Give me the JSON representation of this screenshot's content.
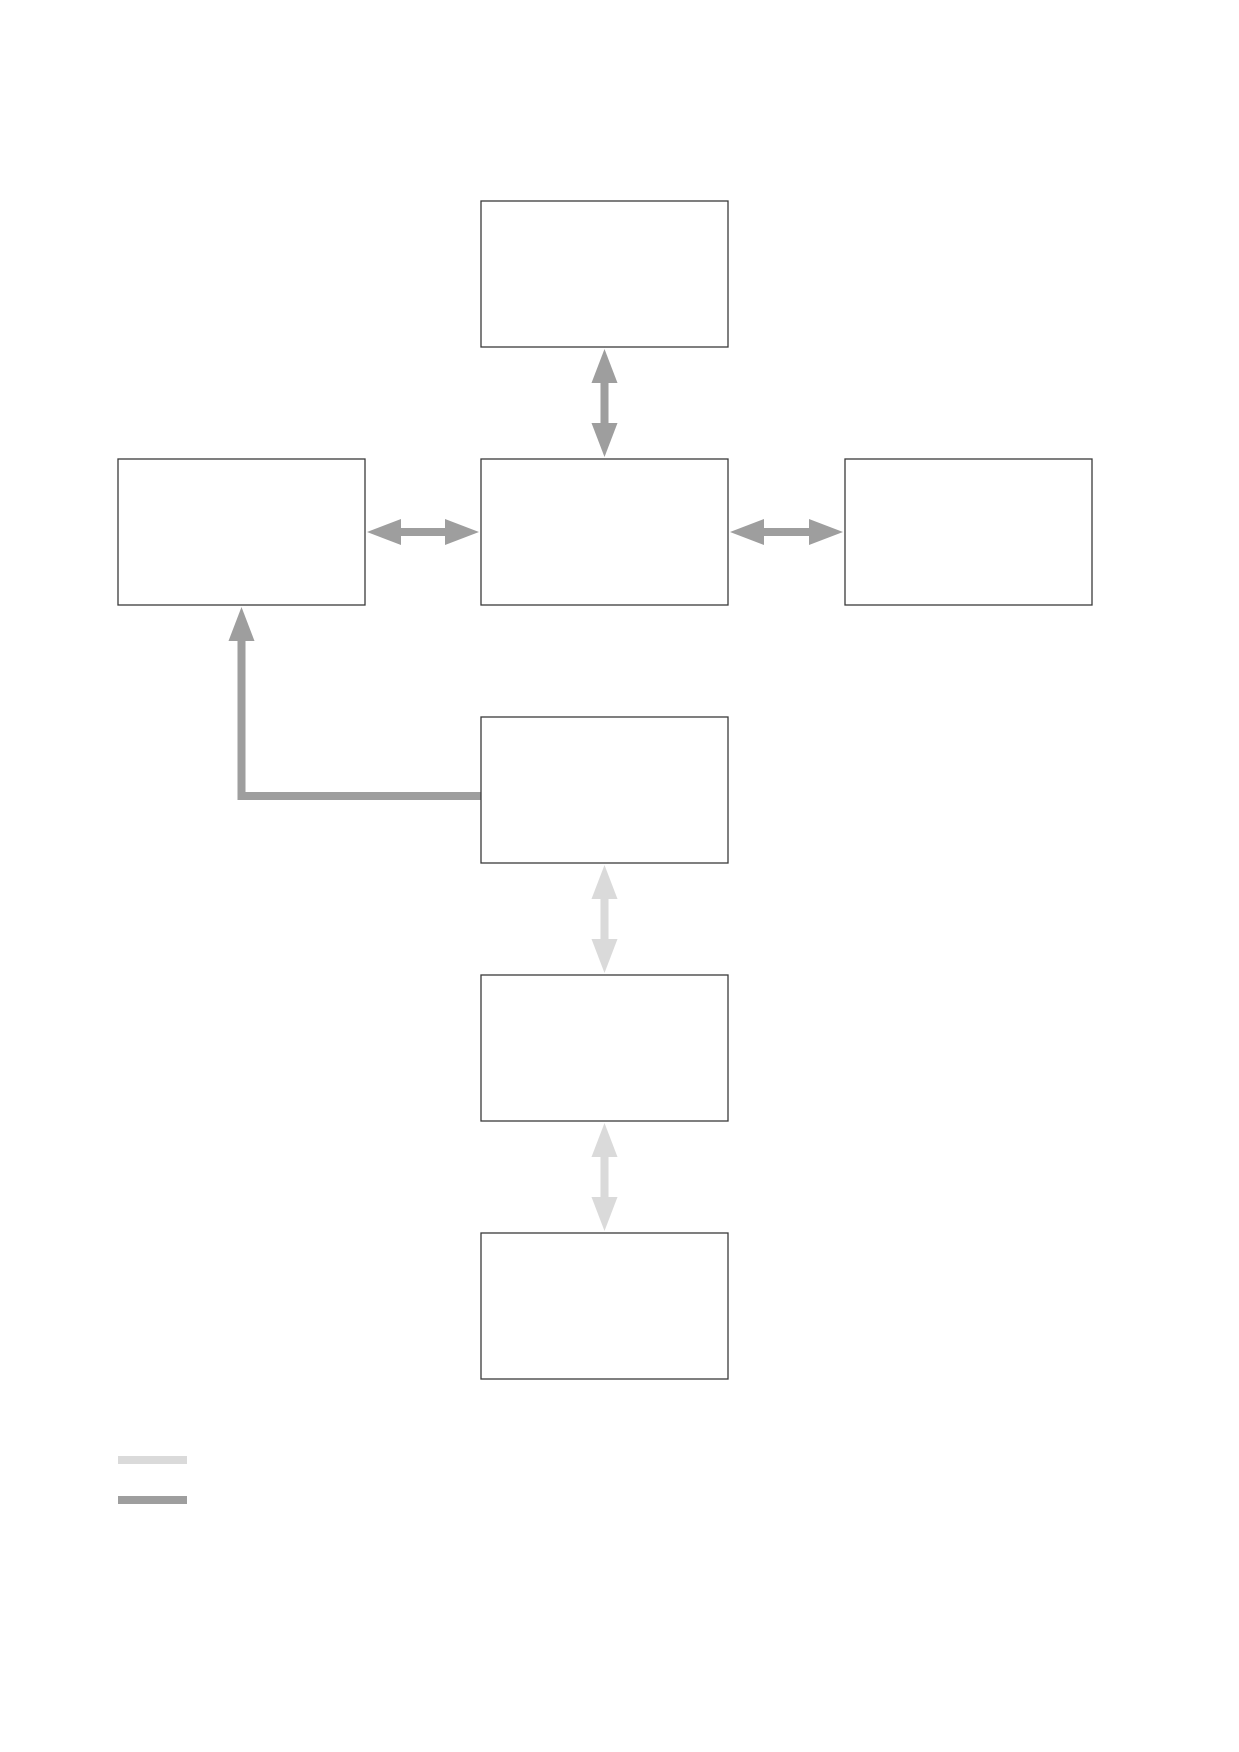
{
  "diagram": {
    "nodes": [
      {
        "id": "top",
        "label": ""
      },
      {
        "id": "left",
        "label": ""
      },
      {
        "id": "center",
        "label": ""
      },
      {
        "id": "right",
        "label": ""
      },
      {
        "id": "middle-lower",
        "label": ""
      },
      {
        "id": "lower",
        "label": ""
      },
      {
        "id": "bottom",
        "label": ""
      }
    ],
    "connections": [
      {
        "from": "top",
        "to": "center",
        "direction": "both",
        "style": "dark"
      },
      {
        "from": "left",
        "to": "center",
        "direction": "both",
        "style": "dark"
      },
      {
        "from": "center",
        "to": "right",
        "direction": "both",
        "style": "dark"
      },
      {
        "from": "middle-lower",
        "to": "left",
        "direction": "forward",
        "style": "dark"
      },
      {
        "from": "middle-lower",
        "to": "lower",
        "direction": "both",
        "style": "light"
      },
      {
        "from": "lower",
        "to": "bottom",
        "direction": "both",
        "style": "light"
      }
    ],
    "colors": {
      "dark_arrow": "#9e9e9e",
      "light_arrow": "#dadada",
      "box_border": "#3a3a3a",
      "background": "#ffffff"
    }
  },
  "legend": {
    "items": [
      {
        "style": "light",
        "label": ""
      },
      {
        "style": "dark",
        "label": ""
      }
    ]
  }
}
